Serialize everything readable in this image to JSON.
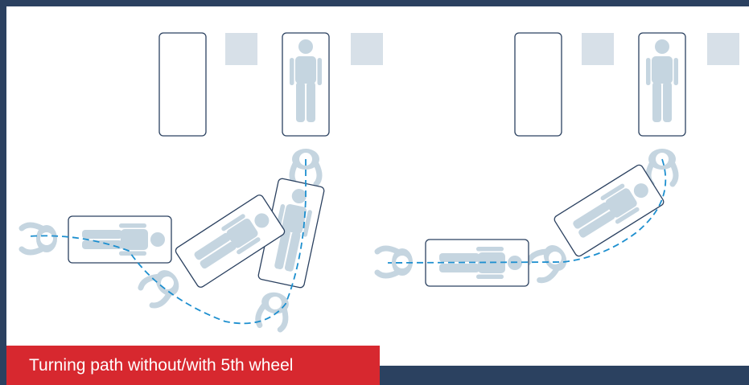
{
  "caption": "Turning path without/with 5th wheel",
  "colors": {
    "frame": "#2b4160",
    "panel": "#ffffff",
    "bed_outline": "#2b4160",
    "figure": "#c5d5e0",
    "cabinet": "#d7e0e8",
    "path": "#1d8fcf",
    "caption_bg": "#d7282f",
    "caption_text": "#ffffff"
  },
  "scenarios": [
    {
      "name": "without 5th wheel",
      "path_style": "dashed",
      "bed_positions": 4
    },
    {
      "name": "with 5th wheel",
      "path_style": "dashed",
      "bed_positions": 3
    }
  ],
  "icons": [
    "bed-icon",
    "patient-icon",
    "caregiver-icon",
    "bedside-cabinet-icon"
  ]
}
